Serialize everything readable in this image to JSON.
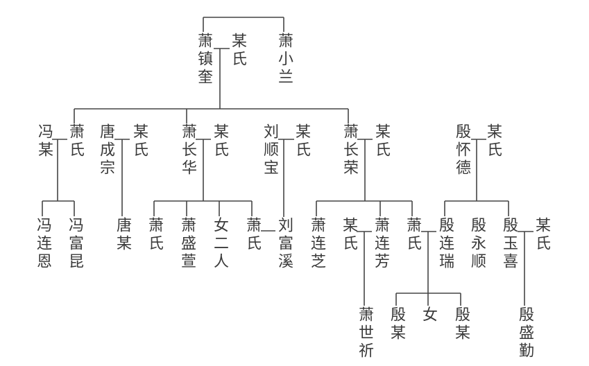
{
  "title": "萧氏家族世系图",
  "gen1": {
    "xiao_zhenkui": "萧镇奎",
    "wife": "某氏",
    "xiao_xiaolan": "萧小兰"
  },
  "gen2": {
    "feng_mou": "冯某",
    "xiao_shi_1": "萧氏",
    "tang_chengzong": "唐成宗",
    "wife_tang": "某氏",
    "xiao_changhua": "萧长华",
    "wife_changhua": "某氏",
    "liu_shunbao": "刘顺宝",
    "wife_liu": "某氏",
    "xiao_changrong": "萧长荣",
    "wife_changrong": "某氏",
    "yin_huaide": "殷怀德",
    "wife_yin": "某氏"
  },
  "gen3": {
    "feng_lianen": "冯连恩",
    "feng_fukun": "冯富昆",
    "tang_mou": "唐某",
    "xiao_shi_2": "萧氏",
    "xiao_shengxuan": "萧盛萱",
    "nv_erren": "女二人",
    "xiao_shi_3": "萧氏",
    "liu_fuxi": "刘富溪",
    "xiao_lianzhi": "萧连芝",
    "wife_lianfang": "某氏",
    "xiao_lianfang": "萧连芳",
    "xiao_shi_4": "萧氏",
    "yin_lianrui": "殷连瑞",
    "yin_yongshun": "殷永顺",
    "yin_yuxi": "殷玉喜",
    "wife_yuxi": "某氏"
  },
  "gen4": {
    "xiao_shiqi": "萧世祈",
    "yin_mou_1": "殷某",
    "nv": "女",
    "yin_mou_2": "殷某",
    "yin_shengqin": "殷盛勤"
  }
}
